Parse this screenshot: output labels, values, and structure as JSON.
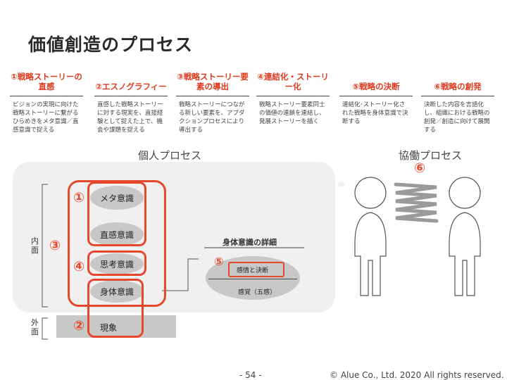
{
  "title": "価値創造のプロセス",
  "steps": [
    {
      "label": "①戦略ストーリーの直感",
      "desc": "ビジョンの実現に向けた戦略ストーリーに繋がるひらめきをメタ意識／直感意識で捉える"
    },
    {
      "label": "②エスノグラフィー",
      "desc": "直感した戦略ストーリーに対する現実を、直接経験として捉えた上で、機会や課題を捉える"
    },
    {
      "label": "③戦略ストーリー要素の導出",
      "desc": "戦略ストーリーにつながる新しい要素を、アブダクションプロセスにより導出する"
    },
    {
      "label": "④連結化・ストーリー化",
      "desc": "戦略ストーリー要素同士の価値の連鎖を連結し、発展ストーリーを描く"
    },
    {
      "label": "⑤戦略の決断",
      "desc": "連結化･ストーリー化された戦略を身体意識で決断する"
    },
    {
      "label": "⑥戦略の創発",
      "desc": "決断した内容を言語化し、組織における戦略の創発／創造に向けて展開する"
    }
  ],
  "individual_process": "個人プロセス",
  "collab_process": "協働プロセス",
  "inner_label": "内面",
  "outer_label": "外面",
  "levels": {
    "meta": "メタ意識",
    "intuition": "直感意識",
    "thinking": "思考意識",
    "body": "身体意識",
    "phenomenon": "現象"
  },
  "detail": {
    "title": "身体意識の詳細",
    "emotion": "感情と決断",
    "sense": "感覚（五感）"
  },
  "numbers": {
    "n1": "①",
    "n2": "②",
    "n3": "③",
    "n4": "④",
    "n5": "⑤",
    "n6": "⑥"
  },
  "footer": {
    "page": "- 54 -",
    "copyright": "© Alue Co., Ltd.  2020  All rights reserved."
  },
  "colors": {
    "accent": "#e5482d",
    "pill": "#c8c8c8",
    "panel": "#f0f0f0"
  }
}
